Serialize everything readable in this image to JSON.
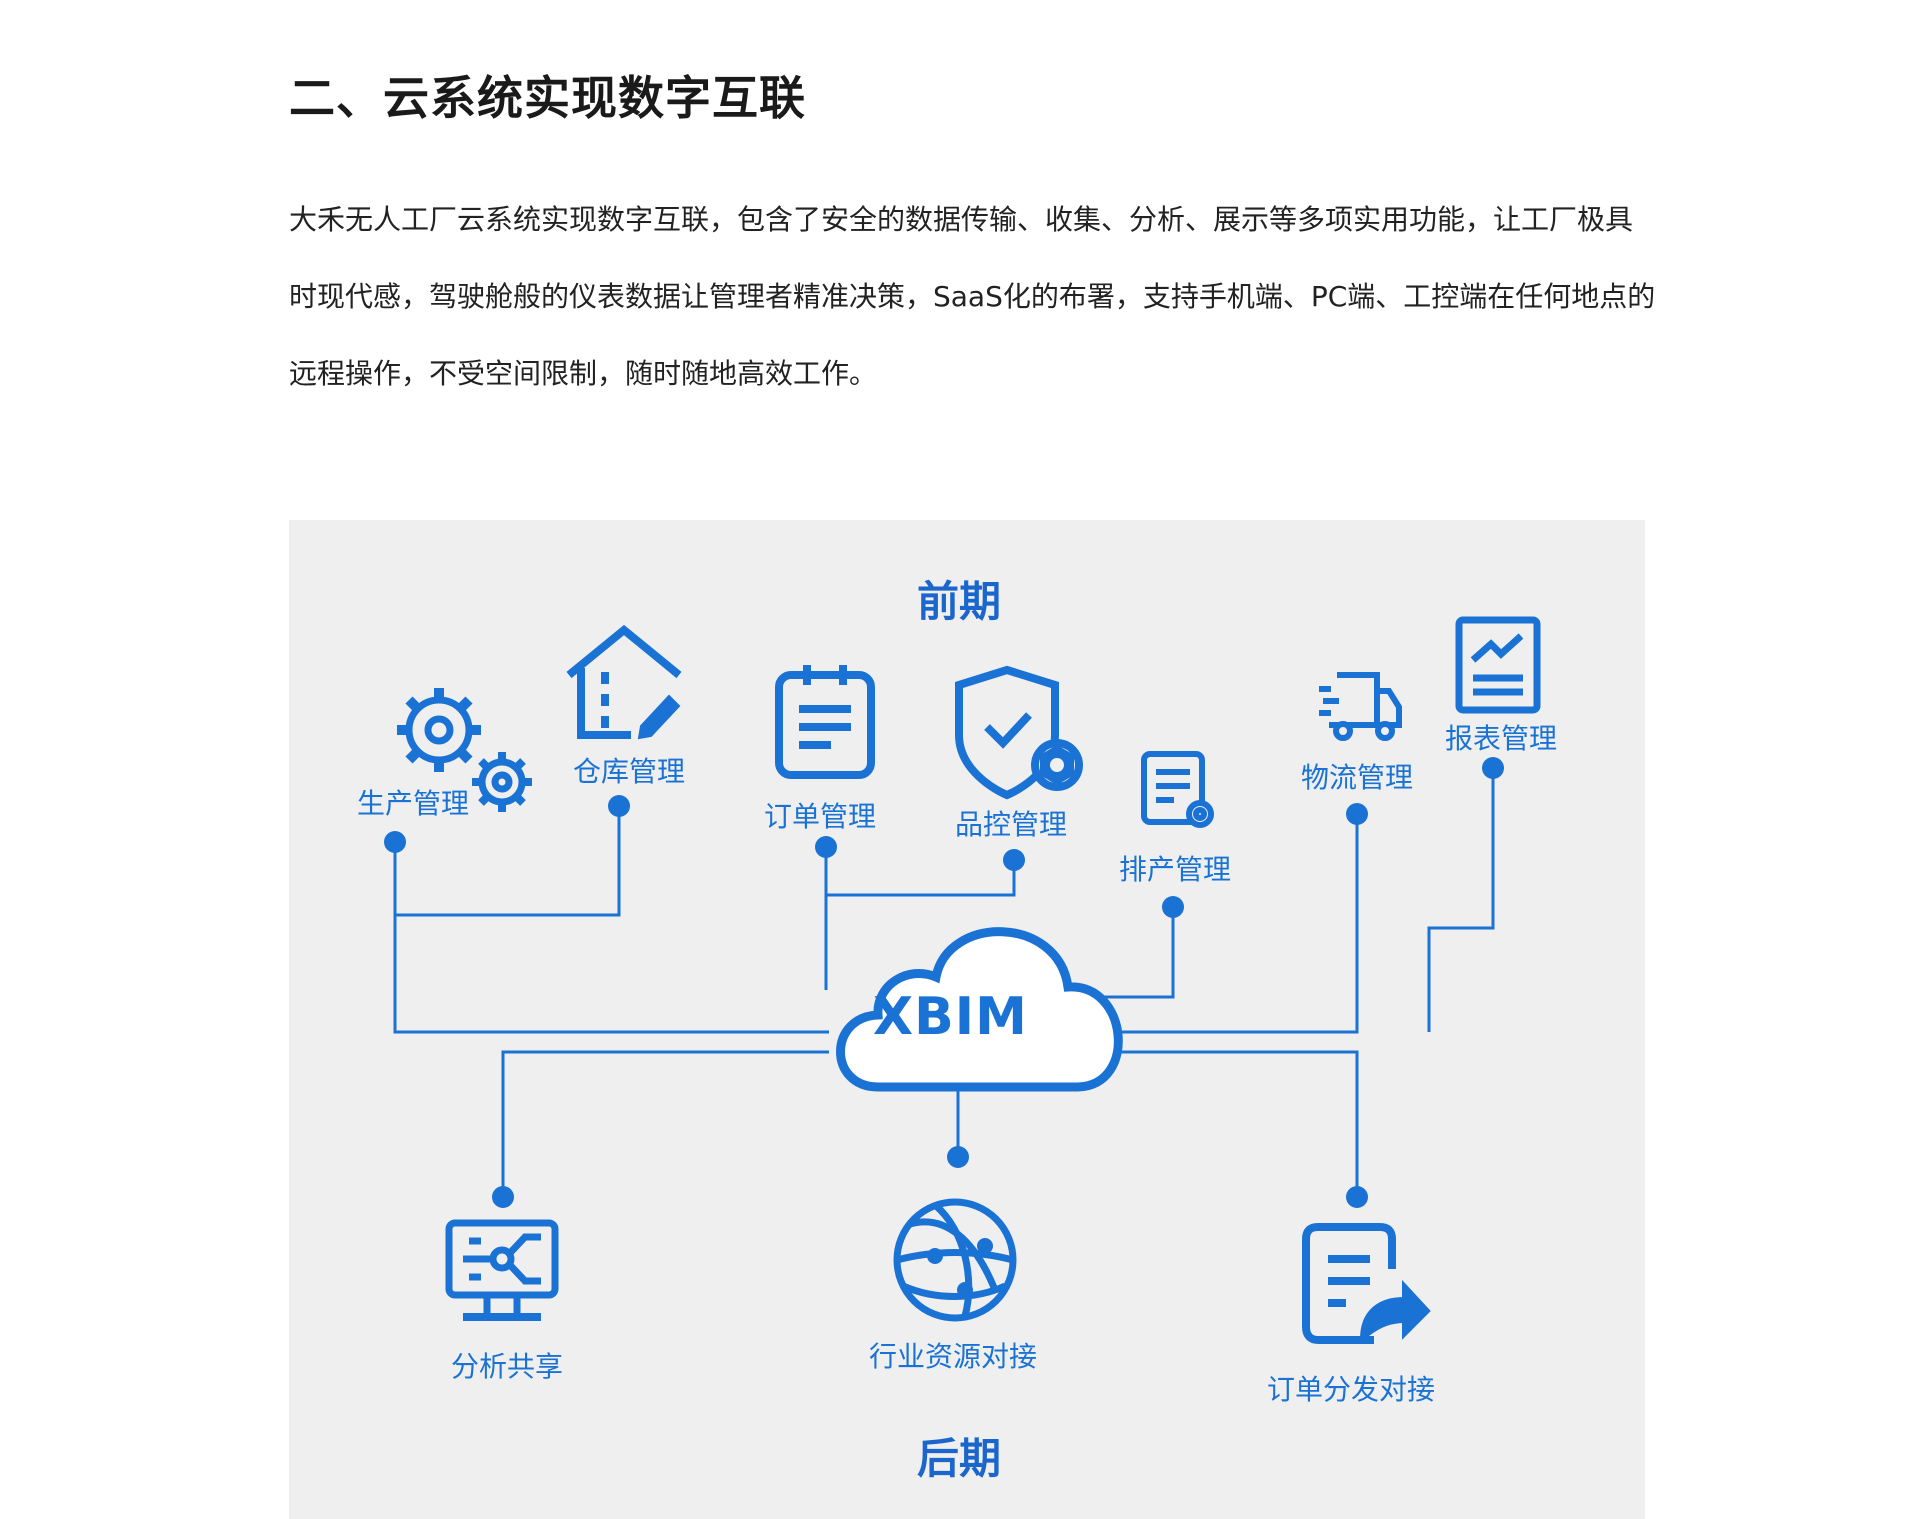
{
  "heading": "二、云系统实现数字互联",
  "paragraph": "大禾无人工厂云系统实现数字互联，包含了安全的数据传输、收集、分析、展示等多项实用功能，让工厂极具时现代感，驾驶舱般的仪表数据让管理者精准决策，SaaS化的布署，支持手机端、PC端、工控端在任何地点的远程操作，不受空间限制，随时随地高效工作。",
  "diagram": {
    "top_label": "前期",
    "bottom_label": "后期",
    "center": "XBIM",
    "accent_color": "#1a73d4",
    "modules_top": [
      {
        "label": "生产管理",
        "icon": "gears-icon"
      },
      {
        "label": "仓库管理",
        "icon": "warehouse-icon"
      },
      {
        "label": "订单管理",
        "icon": "notepad-icon"
      },
      {
        "label": "品控管理",
        "icon": "shield-check-icon"
      },
      {
        "label": "排产管理",
        "icon": "schedule-icon"
      },
      {
        "label": "物流管理",
        "icon": "truck-icon"
      },
      {
        "label": "报表管理",
        "icon": "report-chart-icon"
      }
    ],
    "modules_bottom": [
      {
        "label": "分析共享",
        "icon": "monitor-share-icon"
      },
      {
        "label": "行业资源对接",
        "icon": "globe-network-icon"
      },
      {
        "label": "订单分发对接",
        "icon": "document-forward-icon"
      }
    ]
  }
}
